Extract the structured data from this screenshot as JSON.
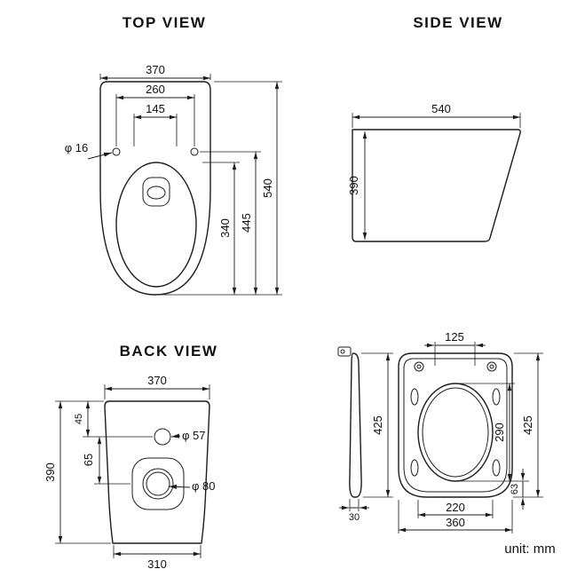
{
  "unit_label": "unit: mm",
  "views": {
    "top": {
      "title": "TOP VIEW",
      "width_overall": "370",
      "width_holes_outer": "260",
      "width_holes_inner": "145",
      "hole_diameter": "φ 16",
      "depth_overall": "540",
      "depth_mid": "445",
      "depth_bowl": "340"
    },
    "side": {
      "title": "SIDE VIEW",
      "depth": "540",
      "height": "390"
    },
    "back": {
      "title": "BACK VIEW",
      "width_top": "370",
      "inlet_offset": "45",
      "inlet_diameter": "φ 57",
      "outlet_offset": "65",
      "height": "390",
      "outlet_diameter": "φ 80",
      "width_bottom": "310"
    },
    "seat": {
      "hinge_spacing": "125",
      "profile_height": "425",
      "profile_thickness": "30",
      "opening_length": "290",
      "overall_length": "425",
      "rear_offset": "63",
      "opening_width": "220",
      "overall_width": "360"
    }
  }
}
